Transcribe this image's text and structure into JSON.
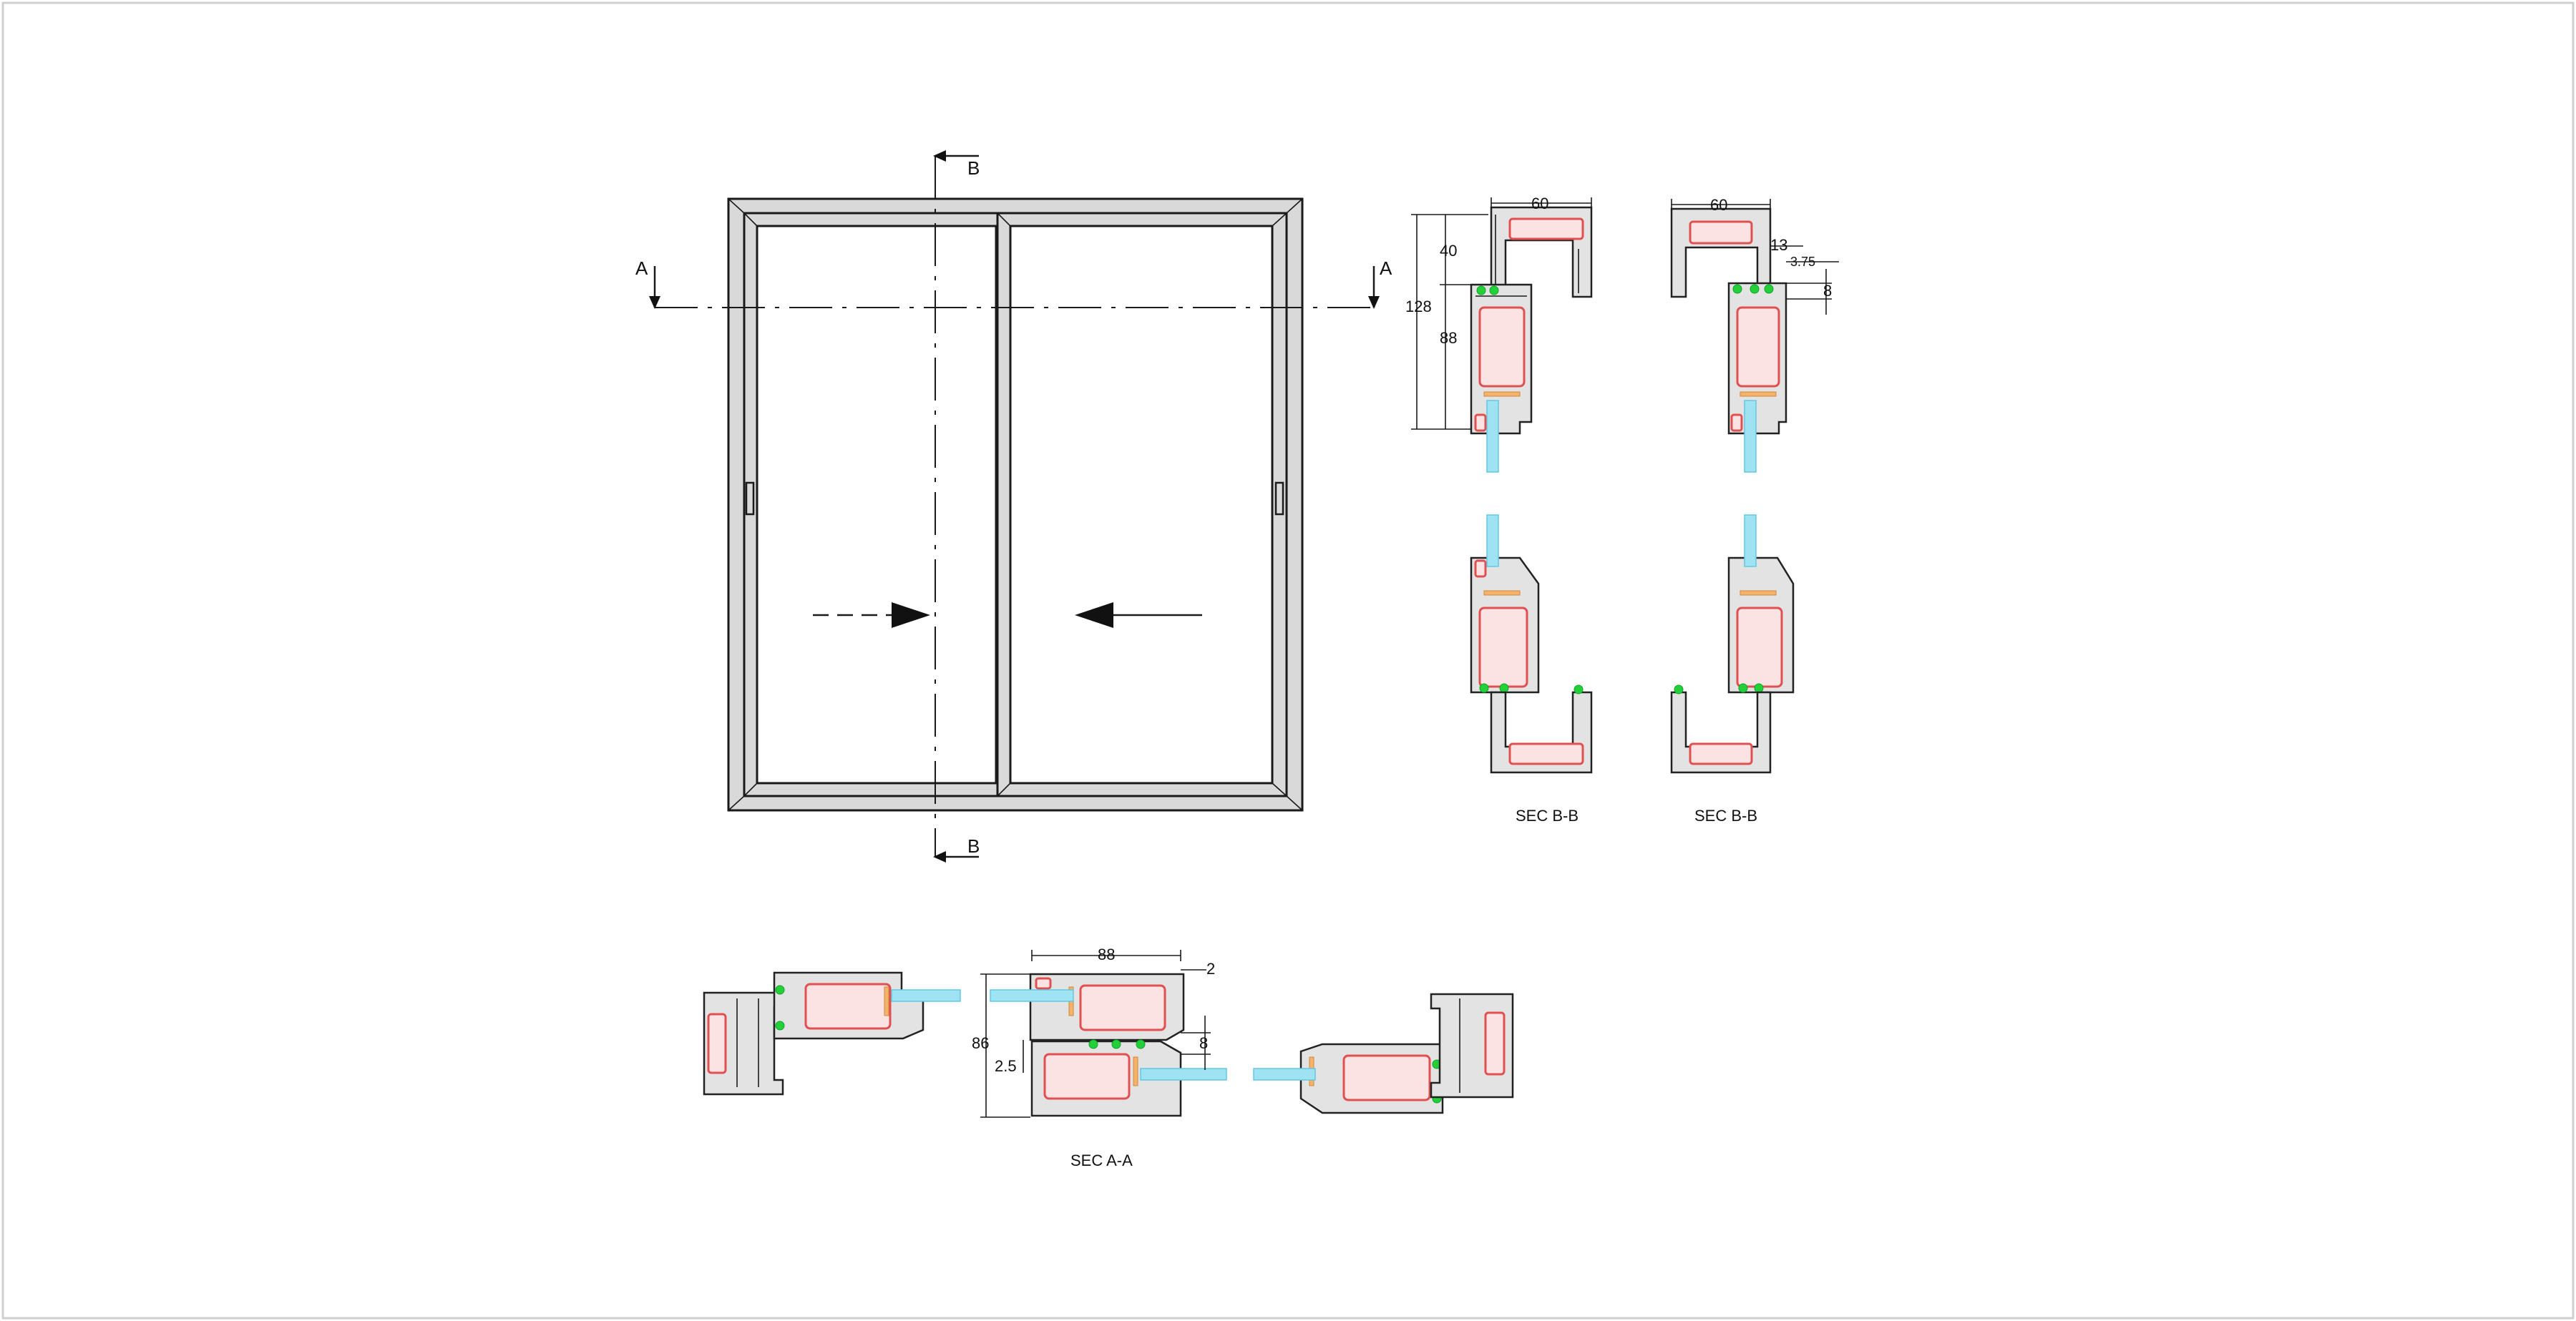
{
  "elevation": {
    "section_marks": {
      "a_left": "A",
      "a_right": "A",
      "b_top": "B",
      "b_bottom": "B"
    }
  },
  "section_bb_left": {
    "caption": "SEC B-B",
    "dims": {
      "width": "60",
      "top": "40",
      "total": "128",
      "lower": "88"
    }
  },
  "section_bb_right": {
    "caption": "SEC B-B",
    "dims": {
      "width": "60",
      "gap": "13",
      "offset": "3.75",
      "small": "8"
    }
  },
  "section_aa": {
    "caption": "SEC A-A",
    "dims": {
      "width": "88",
      "overlap": "2",
      "height": "86",
      "step": "8",
      "clearance": "2.5"
    }
  },
  "colors": {
    "frame": "#d9d9d9",
    "steel_reinforcement": "#e05050",
    "glass": "#9fe3f3",
    "gasket": "#22d13a",
    "glazing_bead": "#f4b26b"
  }
}
